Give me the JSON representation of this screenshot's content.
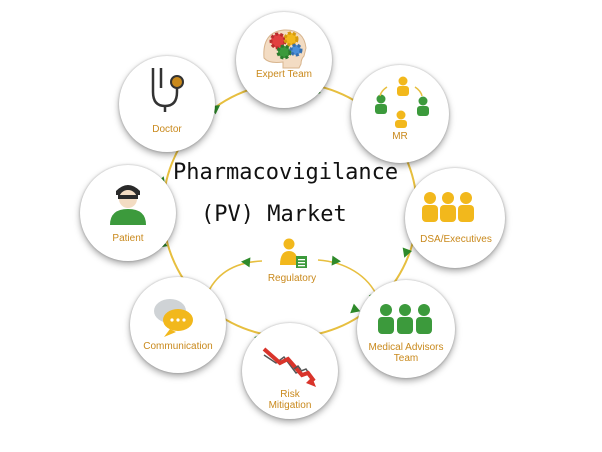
{
  "title": {
    "line1": "Pharmacovigilance",
    "line2": "(PV) Market"
  },
  "center": {
    "label": "Regulatory",
    "icon": "regulatory-person-icon"
  },
  "nodes": [
    {
      "label": "Expert Team",
      "icon": "gears-head-icon"
    },
    {
      "label": "MR",
      "icon": "people-cycle-icon"
    },
    {
      "label": "DSA/Executives",
      "icon": "executives-group-icon"
    },
    {
      "label": "Medical Advisors",
      "label2": "Team",
      "icon": "advisors-group-icon"
    },
    {
      "label": "Risk",
      "label2": "Mitigation",
      "icon": "risk-chart-icon"
    },
    {
      "label": "Communication",
      "icon": "speech-bubble-icon"
    },
    {
      "label": "Patient",
      "icon": "patient-icon"
    },
    {
      "label": "Doctor",
      "icon": "stethoscope-icon"
    }
  ],
  "colors": {
    "ring": "#e7bf3f",
    "arrow": "#2e8a2a",
    "label": "#c9891c",
    "icon_yellow": "#f2b81c",
    "icon_green": "#3c9a3c"
  }
}
